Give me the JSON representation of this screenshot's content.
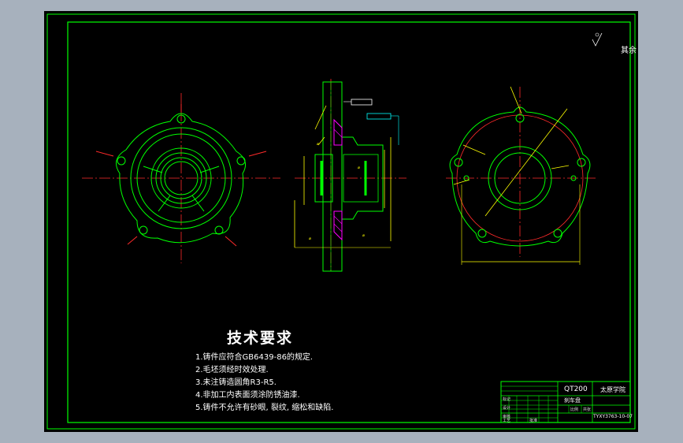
{
  "colors": {
    "background": "#a7b1bd",
    "sheet": "#000000",
    "frame": "#00ff00",
    "outline": "#00ff00",
    "centerline": "#ff2a2a",
    "dimension": "#ffff00",
    "annotation": "#ffffff",
    "tolerance_box": "#00ffff",
    "hatch": "#ff00ff"
  },
  "roughness_note": "其余",
  "tech_requirements": {
    "title": "技术要求",
    "items": [
      "1.铸件应符合GB6439-86的规定.",
      "2.毛坯须经时效处理.",
      "3.未注铸造圆角R3-R5.",
      "4.非加工内表面须涂防锈油漆.",
      "5.铸件不允许有砂眼, 裂纹, 缩松和缺陷."
    ]
  },
  "title_block": {
    "material": "QT200",
    "school": "太原学院",
    "part_name": "刹车盘",
    "drawing_no": "TYXY3763-10-07",
    "label_design": "设计",
    "label_check": "审核",
    "label_process": "工艺",
    "label_approve": "批准",
    "label_scale": "比例",
    "label_sheet": "共张",
    "label_mark": "标记"
  },
  "icons": [
    "roughness-symbol-icon"
  ]
}
